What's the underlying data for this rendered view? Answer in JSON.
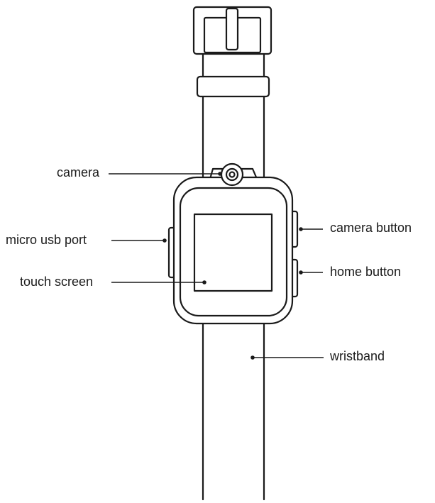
{
  "labels": {
    "camera": "camera",
    "micro_usb_port": "micro usb port",
    "touch_screen": "touch screen",
    "camera_button": "camera button",
    "home_button": "home button",
    "wristband": "wristband"
  },
  "colors": {
    "line": "#1a1a1a",
    "background": "#ffffff"
  }
}
